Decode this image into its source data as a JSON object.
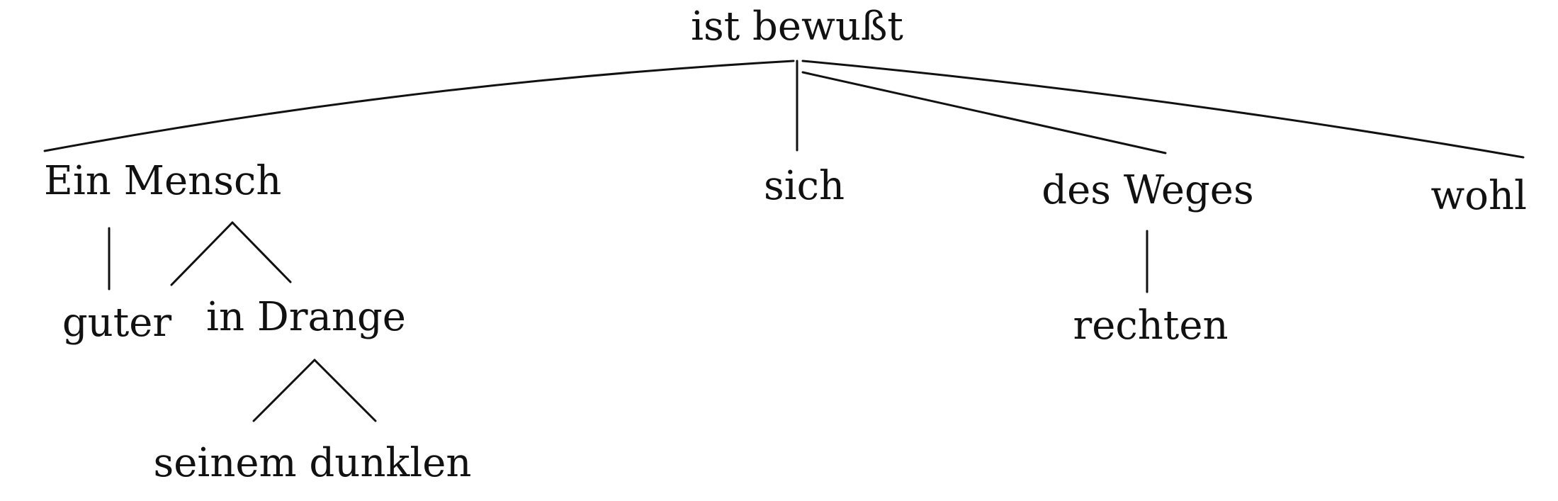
{
  "tree": {
    "root": "ist bewußt",
    "nodes": {
      "ein_mensch": "Ein Mensch",
      "sich": "sich",
      "des_weges": "des Weges",
      "wohl": "wohl",
      "guter": "guter",
      "in_drange": "in Drange",
      "rechten": "rechten",
      "seinem_dunklen": "seinem dunklen"
    },
    "edges": [
      [
        "ist bewußt",
        "Ein Mensch"
      ],
      [
        "ist bewußt",
        "sich"
      ],
      [
        "ist bewußt",
        "des Weges"
      ],
      [
        "ist bewußt",
        "wohl"
      ],
      [
        "Ein Mensch",
        "guter"
      ],
      [
        "Ein Mensch",
        "in Drange"
      ],
      [
        "des Weges",
        "rechten"
      ],
      [
        "in Drange",
        "seinem dunklen"
      ]
    ]
  }
}
